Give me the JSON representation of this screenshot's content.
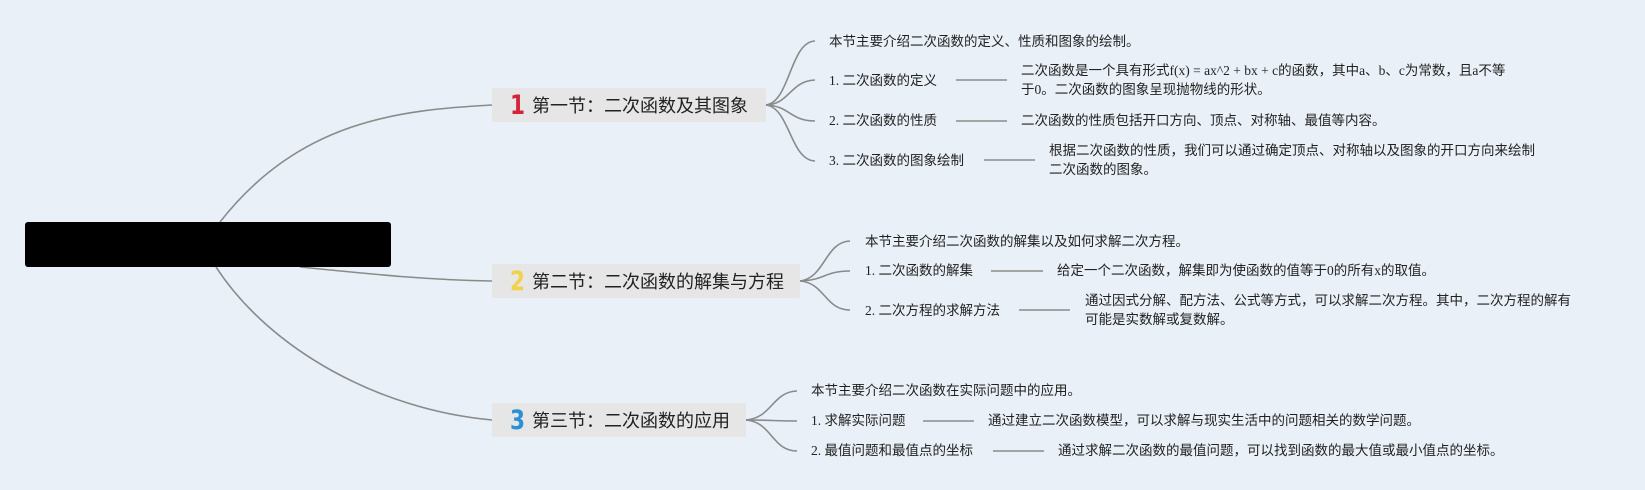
{
  "root": {
    "title": ""
  },
  "sections": [
    {
      "number": "1",
      "title": "第一节：二次函数及其图象",
      "color": "#d3243b",
      "intro": "本节主要介绍二次函数的定义、性质和图象的绘制。",
      "items": [
        {
          "label": "1. 二次函数的定义",
          "detail": "二次函数是一个具有形式f(x) = ax^2 + bx + c的函数，其中a、b、c为常数，且a不等于0。二次函数的图象呈现抛物线的形状。"
        },
        {
          "label": "2. 二次函数的性质",
          "detail": "二次函数的性质包括开口方向、顶点、对称轴、最值等内容。"
        },
        {
          "label": "3. 二次函数的图象绘制",
          "detail": "根据二次函数的性质，我们可以通过确定顶点、对称轴以及图象的开口方向来绘制二次函数的图象。"
        }
      ]
    },
    {
      "number": "2",
      "title": "第二节：二次函数的解集与方程",
      "color": "#f2d24a",
      "intro": "本节主要介绍二次函数的解集以及如何求解二次方程。",
      "items": [
        {
          "label": "1. 二次函数的解集",
          "detail": "给定一个二次函数，解集即为使函数的值等于0的所有x的取值。"
        },
        {
          "label": "2. 二次方程的求解方法",
          "detail": "通过因式分解、配方法、公式等方式，可以求解二次方程。其中，二次方程的解有可能是实数解或复数解。"
        }
      ]
    },
    {
      "number": "3",
      "title": "第三节：二次函数的应用",
      "color": "#2a8fd4",
      "intro": "本节主要介绍二次函数在实际问题中的应用。",
      "items": [
        {
          "label": "1. 求解实际问题",
          "detail": "通过建立二次函数模型，可以求解与现实生活中的问题相关的数学问题。"
        },
        {
          "label": "2. 最值问题和最值点的坐标",
          "detail": "通过求解二次函数的最值问题，可以找到函数的最大值或最小值点的坐标。"
        }
      ]
    }
  ]
}
